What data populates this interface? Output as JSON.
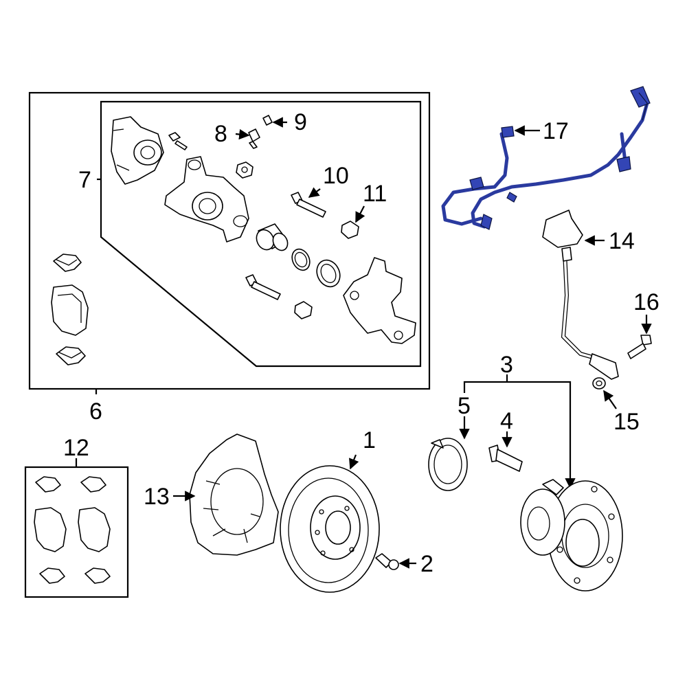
{
  "callouts": {
    "c1": "1",
    "c2": "2",
    "c3": "3",
    "c4": "4",
    "c5": "5",
    "c6": "6",
    "c7": "7",
    "c8": "8",
    "c9": "9",
    "c10": "10",
    "c11": "11",
    "c12": "12",
    "c13": "13",
    "c14": "14",
    "c15": "15",
    "c16": "16",
    "c17": "17"
  },
  "colors": {
    "wire_harness": "#2a3a9f",
    "line": "#000000",
    "background": "#ffffff"
  }
}
